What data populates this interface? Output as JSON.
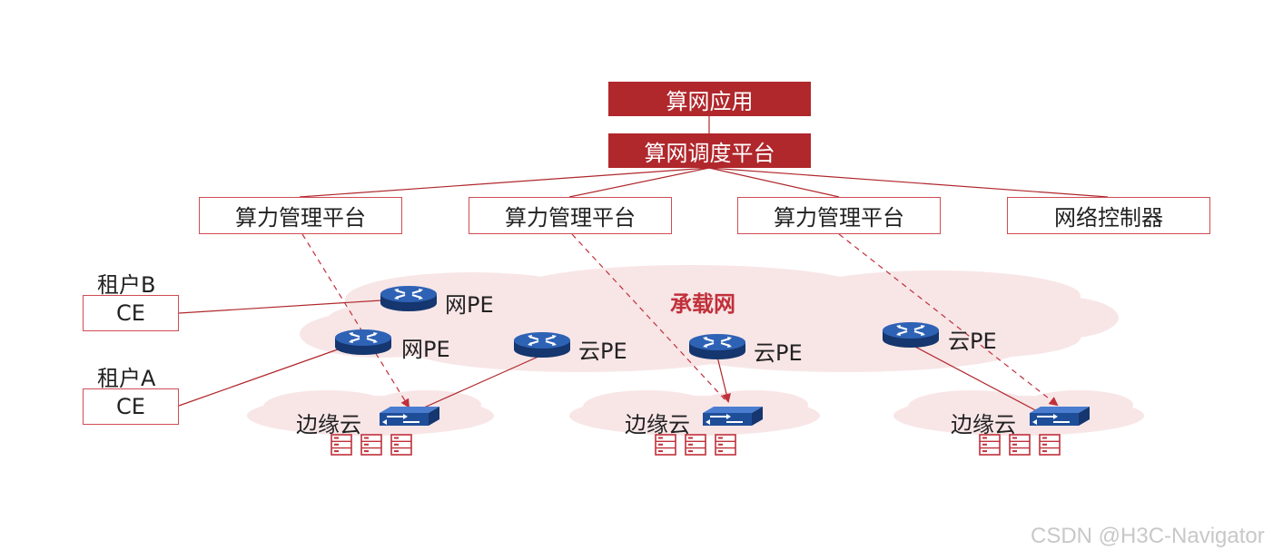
{
  "top": {
    "app": "算网应用",
    "scheduler": "算网调度平台"
  },
  "platforms": [
    {
      "label": "算力管理平台"
    },
    {
      "label": "算力管理平台"
    },
    {
      "label": "算力管理平台"
    },
    {
      "label": "网络控制器"
    }
  ],
  "network": {
    "title": "承载网"
  },
  "tenants": [
    {
      "name": "租户B",
      "device": "CE"
    },
    {
      "name": "租户A",
      "device": "CE"
    }
  ],
  "routers": [
    {
      "label": "网PE"
    },
    {
      "label": "网PE"
    },
    {
      "label": "云PE"
    },
    {
      "label": "云PE"
    },
    {
      "label": "云PE"
    }
  ],
  "edges": [
    {
      "label": "边缘云"
    },
    {
      "label": "边缘云"
    },
    {
      "label": "边缘云"
    }
  ],
  "watermark": "CSDN @H3C-Navigator",
  "colors": {
    "accent": "#b0272c",
    "outline": "#d04c54",
    "cloud": "#f8e6e7",
    "device": "#1f4e99"
  }
}
